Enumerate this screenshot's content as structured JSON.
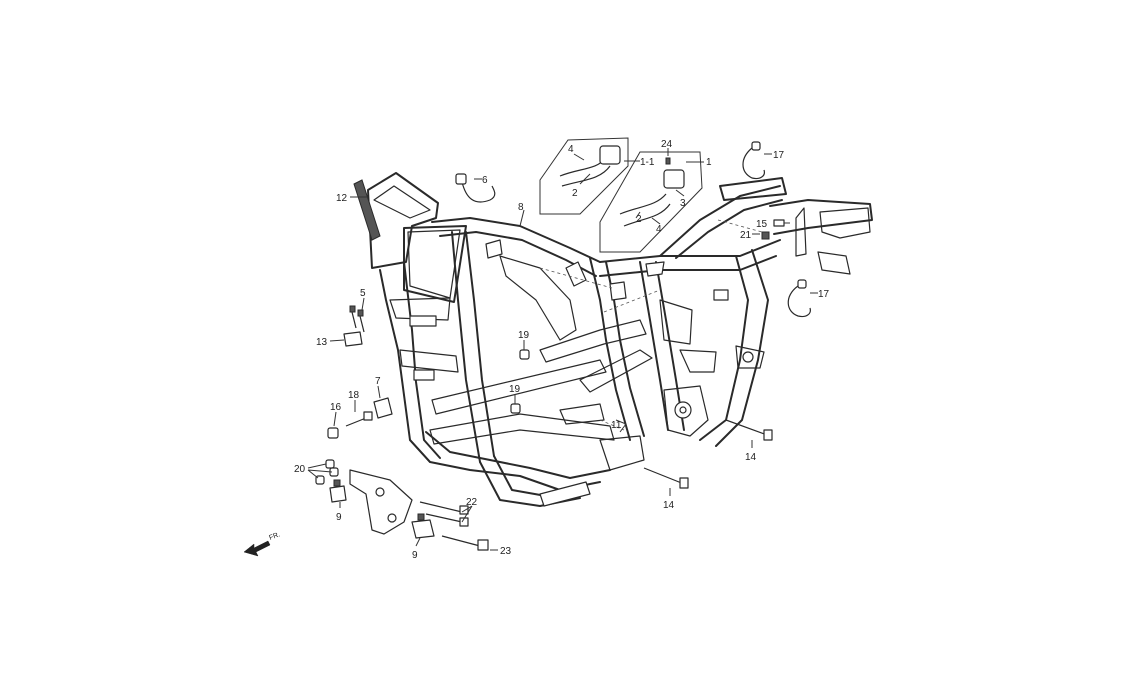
{
  "callouts": [
    {
      "id": "c12",
      "text": "12"
    },
    {
      "id": "c6",
      "text": "6"
    },
    {
      "id": "c8",
      "text": "8"
    },
    {
      "id": "c4a",
      "text": "4"
    },
    {
      "id": "c2a",
      "text": "2"
    },
    {
      "id": "c1_1",
      "text": "1-1"
    },
    {
      "id": "c24",
      "text": "24"
    },
    {
      "id": "c1",
      "text": "1"
    },
    {
      "id": "c3",
      "text": "3"
    },
    {
      "id": "c2b",
      "text": "2"
    },
    {
      "id": "c4b",
      "text": "4"
    },
    {
      "id": "c17a",
      "text": "17"
    },
    {
      "id": "c15",
      "text": "15"
    },
    {
      "id": "c21",
      "text": "21"
    },
    {
      "id": "c17b",
      "text": "17"
    },
    {
      "id": "c5",
      "text": "5"
    },
    {
      "id": "c13",
      "text": "13"
    },
    {
      "id": "c19a",
      "text": "19"
    },
    {
      "id": "c19b",
      "text": "19"
    },
    {
      "id": "c7",
      "text": "7"
    },
    {
      "id": "c18",
      "text": "18"
    },
    {
      "id": "c16",
      "text": "16"
    },
    {
      "id": "c11",
      "text": "11"
    },
    {
      "id": "c14a",
      "text": "14"
    },
    {
      "id": "c14b",
      "text": "14"
    },
    {
      "id": "c20",
      "text": "20"
    },
    {
      "id": "c9a",
      "text": "9"
    },
    {
      "id": "c22",
      "text": "22"
    },
    {
      "id": "c9b",
      "text": "9"
    },
    {
      "id": "c23",
      "text": "23"
    }
  ],
  "front_indicator": {
    "text": "FR."
  }
}
